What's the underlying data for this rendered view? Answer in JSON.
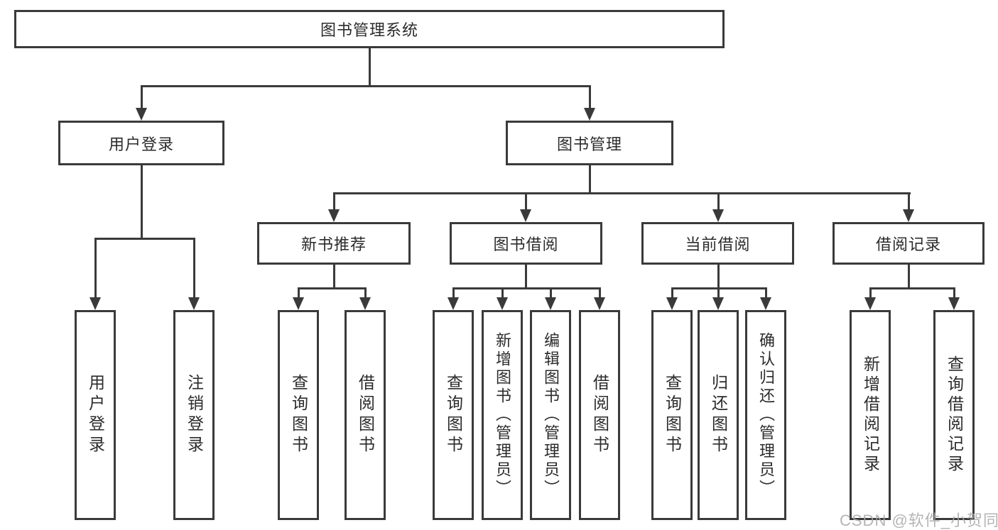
{
  "diagram": {
    "type": "tree",
    "title": "图书管理系统",
    "root": {
      "label": "图书管理系统"
    },
    "level2": [
      {
        "label": "用户登录"
      },
      {
        "label": "图书管理"
      }
    ],
    "level3": [
      {
        "label": "新书推荐",
        "parent": "图书管理"
      },
      {
        "label": "图书借阅",
        "parent": "图书管理"
      },
      {
        "label": "当前借阅",
        "parent": "图书管理"
      },
      {
        "label": "借阅记录",
        "parent": "图书管理"
      }
    ],
    "leaves": [
      {
        "label": "用户登录",
        "parent": "用户登录"
      },
      {
        "label": "注销登录",
        "parent": "用户登录"
      },
      {
        "label": "查询图书",
        "parent": "新书推荐"
      },
      {
        "label": "借阅图书",
        "parent": "新书推荐"
      },
      {
        "label": "查询图书",
        "parent": "图书借阅"
      },
      {
        "label": "新增图书（管理员）",
        "parent": "图书借阅"
      },
      {
        "label": "编辑图书（管理员）",
        "parent": "图书借阅"
      },
      {
        "label": "借阅图书",
        "parent": "图书借阅"
      },
      {
        "label": "查询图书",
        "parent": "当前借阅"
      },
      {
        "label": "归还图书",
        "parent": "当前借阅"
      },
      {
        "label": "确认归还（管理员）",
        "parent": "当前借阅"
      },
      {
        "label": "新增借阅记录",
        "parent": "借阅记录"
      },
      {
        "label": "查询借阅记录",
        "parent": "借阅记录"
      }
    ],
    "watermark": "CSDN @软件_小贺同学",
    "colors": {
      "line": "#3a3a3a",
      "text": "#2b2b2b",
      "background": "#ffffff",
      "watermark": "#a8a8a8"
    }
  }
}
